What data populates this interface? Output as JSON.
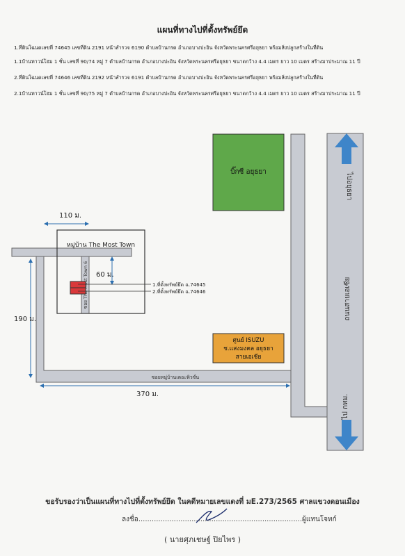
{
  "header": {
    "title": "แผนที่ทางไปที่ตั้งทรัพย์ยึด",
    "lines": [
      "1.ที่ดินโฉนดเลขที่ 74645 เลขที่ดิน 2191 หน้าสำรวจ 6190 ตำบลบ้านกรด อำเภอบางปะอิน จังหวัดพระนครศรีอยุธยา พร้อมสิ่งปลูกสร้างในที่ดิน",
      "1.1บ้านทาวน์โฮม 1 ชั้น เลขที่ 90/74 หมู่ 7 ตำบลบ้านกรด อำเภอบางปะอิน จังหวัดพระนครศรีอยุธยา ขนาดกว้าง 4.4 เมตร ยาว 10 เมตร สร้างมาประมาณ 11 ปี",
      "2.ที่ดินโฉนดเลขที่ 74646 เลขที่ดิน 2192 หน้าสำรวจ 6191 ตำบลบ้านกรด อำเภอบางปะอิน จังหวัดพระนครศรีอยุธยา พร้อมสิ่งปลูกสร้างในที่ดิน",
      "2.1บ้านทาวน์โฮม 1 ชั้น เลขที่ 90/75 หมู่ 7 ตำบลบ้านกรด อำเภอบางปะอิน จังหวัดพระนครศรีอยุธยา ขนาดกว้าง 4.4 เมตร ยาว 10 เมตร สร้างมาประมาณ 11 ปี"
    ]
  },
  "map": {
    "bigc_label": "บิ๊กซี อยุธยา",
    "village_label": "หมู่บ้าน The Most Town",
    "soi_label": "ซอย The Most Town 6",
    "property1_label": "1.ที่ตั้งทรัพย์ยึด ฉ.74645",
    "property2_label": "2.ที่ตั้งทรัพย์ยึด ฉ.74646",
    "dim_110": "110 ม.",
    "dim_60": "60 ม.",
    "dim_190": "190 ม.",
    "dim_370": "370 ม.",
    "lower_road_label": "ซอยหมู่บ้านเดอะพิวชั่น",
    "highway_label": "ถนนสายเอเซีย",
    "to_ayutthaya": "ไปอยุธยา",
    "to_bangkok": "ไป กทม.",
    "isuzu_line1": "ศูนย์ ISUZU",
    "isuzu_line2": "ช.แสงมงคล อยุธยา",
    "isuzu_line3": "สายเอเชีย"
  },
  "footer": {
    "certification": "ขอรับรองว่าเป็นแผนที่ทางไปที่ตั้งทรัพย์ยึด ในคดีหมายเลขแดงที่ มE.273/2565 ศาลแขวงดอนเมือง",
    "sign_prefix": "ลงชื่อ",
    "sign_suffix": "ผู้แทนโจทก์",
    "signer_name": "( นายศุภเชษฐ์ ปิยไพร )"
  },
  "colors": {
    "bigc": "#5fa84a",
    "isuzu": "#e8a33a",
    "property": "#d9383a",
    "road": "#c8cbd2",
    "arrow": "#3e85c9",
    "dim_line": "#2c6fb0"
  }
}
